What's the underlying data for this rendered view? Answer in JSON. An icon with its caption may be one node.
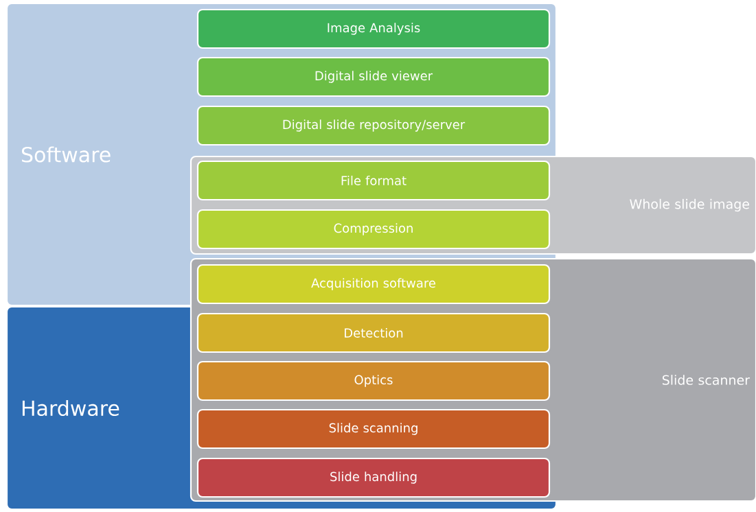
{
  "diagram": {
    "nodes": [
      {
        "text": [
          "Software"
        ]
      },
      {
        "text": [
          "Hardware"
        ]
      },
      {
        "text": [
          "Whole slide image"
        ]
      },
      {
        "text": [
          "Slide scanner"
        ]
      },
      {
        "text": [
          "Image Analysis"
        ],
        "in": 0
      },
      {
        "text": [
          "Digital slide viewer"
        ],
        "in": 0
      },
      {
        "text": [
          "Digital slide repository/server"
        ],
        "in": 0
      },
      {
        "text": [
          "File format"
        ]
      },
      {
        "text": [
          "Compression"
        ]
      },
      {
        "text": [
          "Acquisition software"
        ]
      },
      {
        "text": [
          "Detection"
        ]
      },
      {
        "text": [
          "Optics"
        ]
      },
      {
        "text": [
          "Slide scanning"
        ]
      },
      {
        "text": [
          "Slide handling"
        ]
      }
    ]
  }
}
